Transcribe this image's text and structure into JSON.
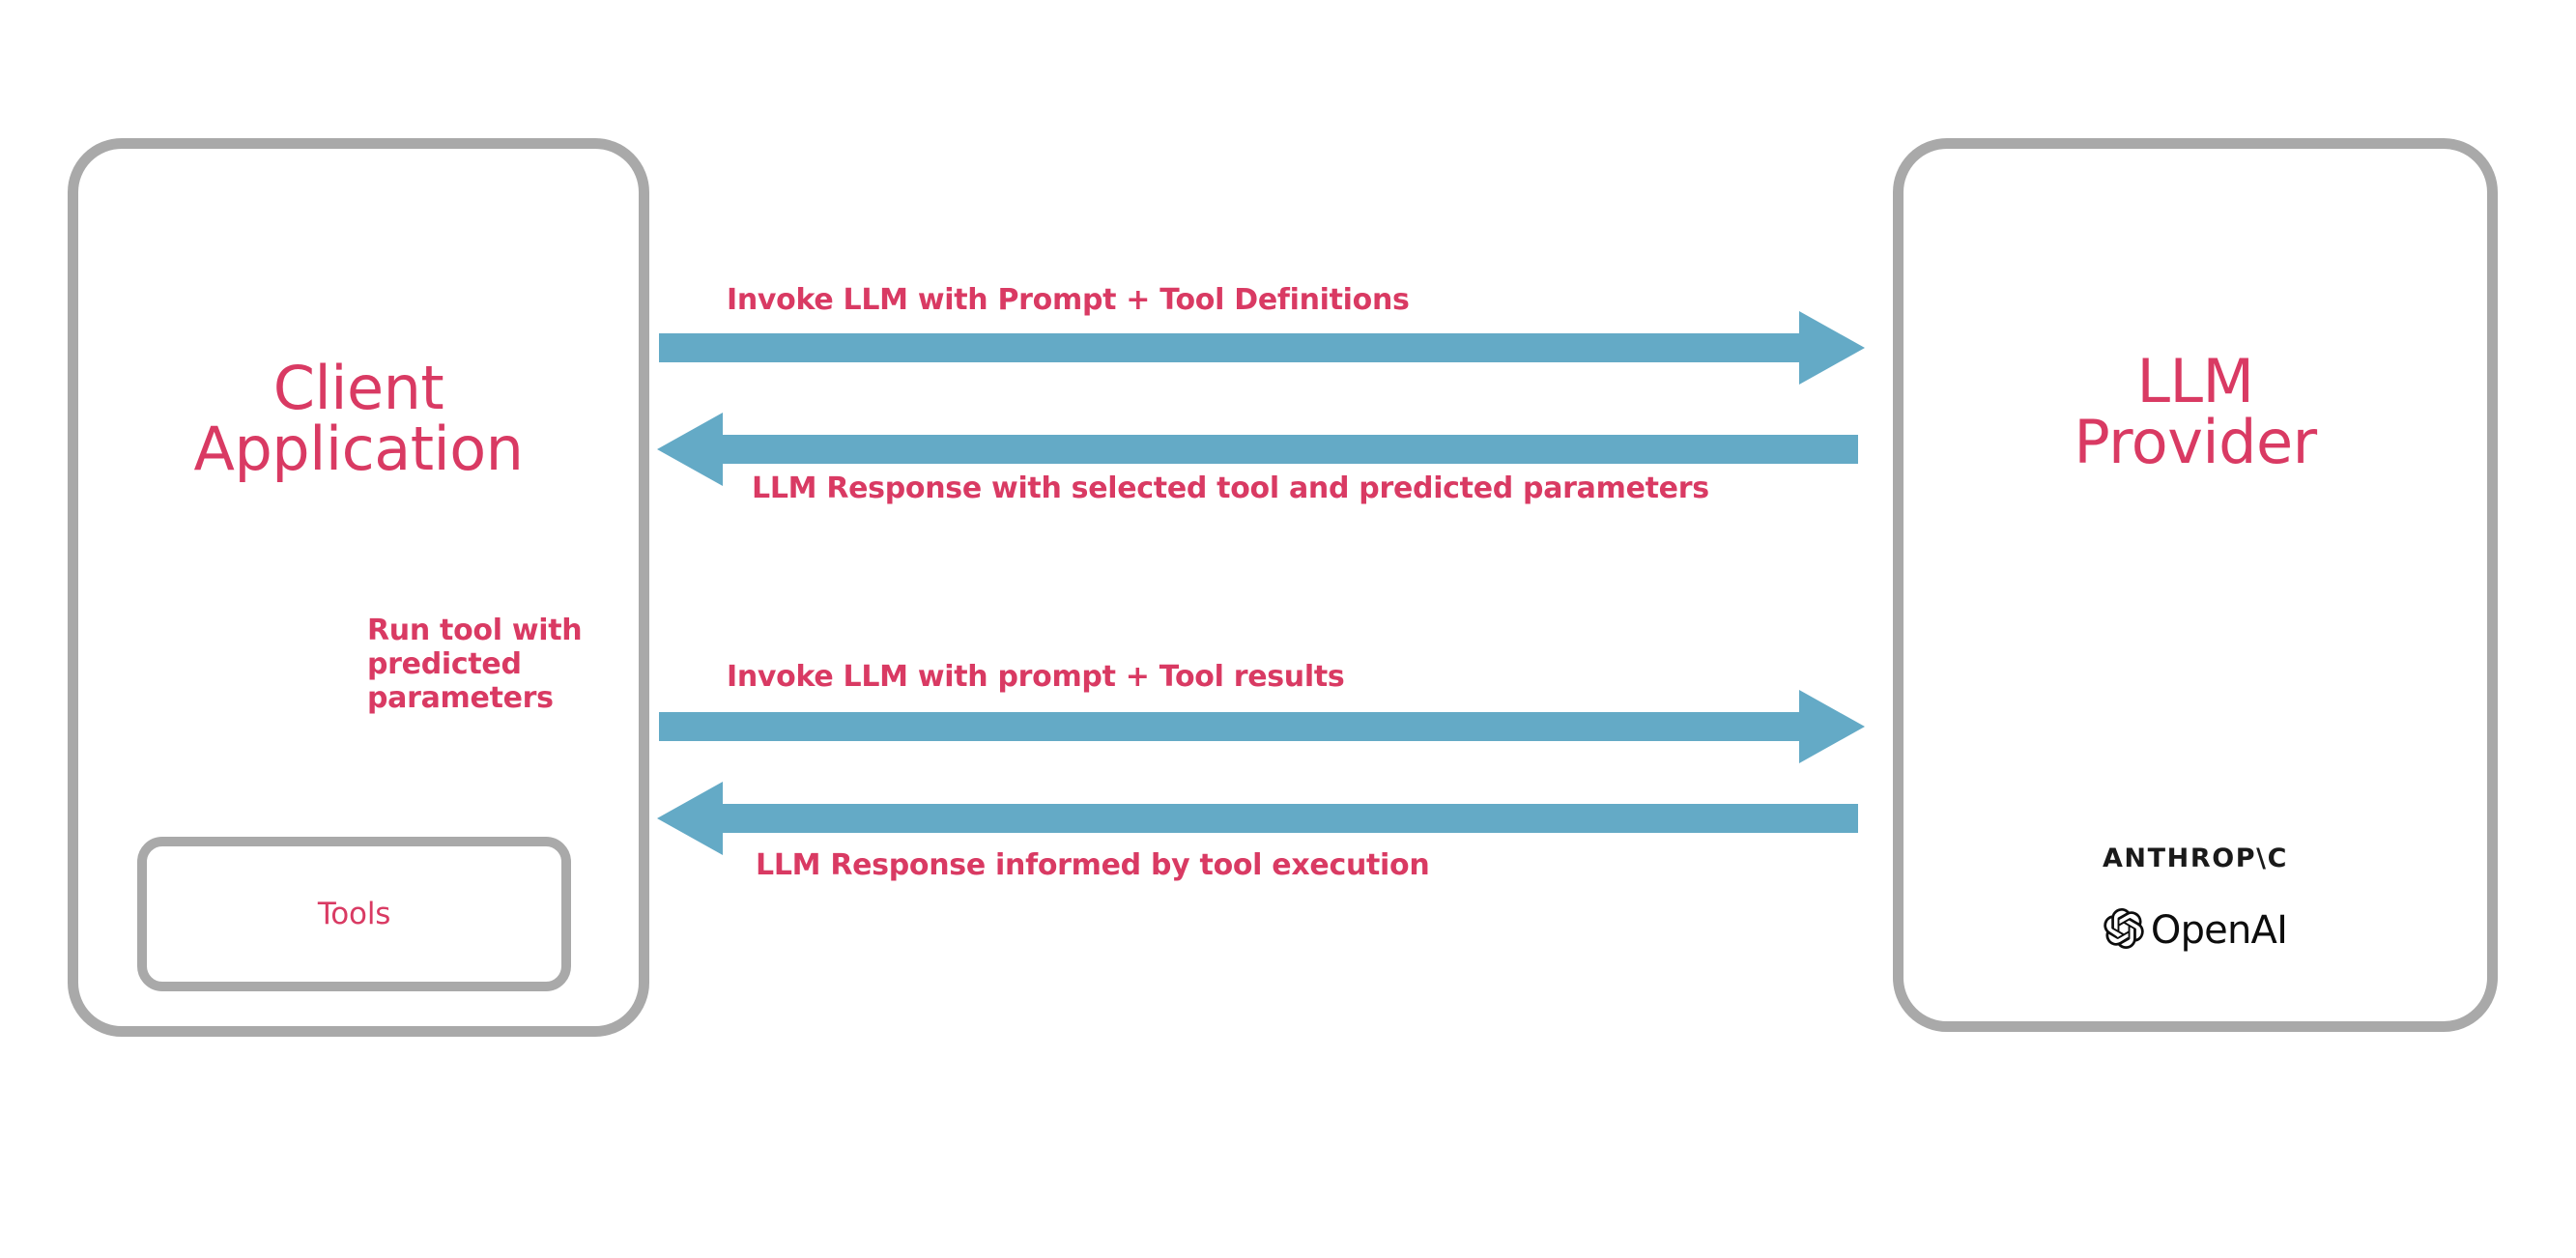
{
  "diagram": {
    "title": "LLM tool-calling sequence between a client application and an LLM provider",
    "colors": {
      "accent_text": "#d93a63",
      "arrow": "#64aac6",
      "box_border": "#a9a9a9",
      "logo_text": "#0d0d0d",
      "background": "#ffffff"
    },
    "nodes": {
      "client": {
        "title": "Client\nApplication",
        "inner": {
          "tools_label": "Tools"
        },
        "internal_flow_label": "Run tool with\npredicted\nparameters"
      },
      "provider": {
        "title": "LLM\nProvider",
        "logos": [
          {
            "name": "anthropic-logo",
            "text": "ANTHROP\\C"
          },
          {
            "name": "openai-logo",
            "text": "OpenAI"
          }
        ]
      }
    },
    "messages": [
      {
        "index": 1,
        "label": "Invoke LLM with Prompt + Tool Definitions",
        "direction": "client-to-provider",
        "label_position": "above"
      },
      {
        "index": 2,
        "label": "LLM Response with selected tool and predicted parameters",
        "direction": "provider-to-client",
        "label_position": "below"
      },
      {
        "index": 3,
        "label": "Invoke LLM with prompt + Tool results",
        "direction": "client-to-provider",
        "label_position": "above"
      },
      {
        "index": 4,
        "label": "LLM Response informed by tool execution",
        "direction": "provider-to-client",
        "label_position": "below"
      }
    ]
  }
}
